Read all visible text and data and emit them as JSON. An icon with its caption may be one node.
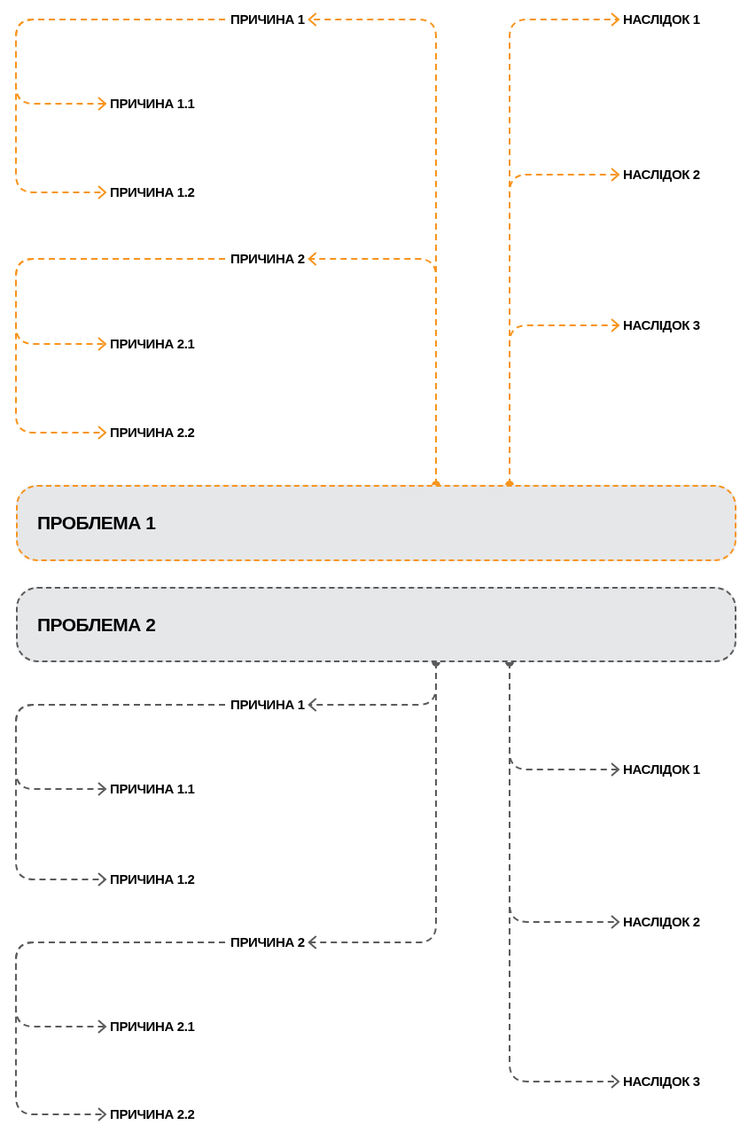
{
  "diagram": {
    "nodes": [
      {
        "text": [
          "ПРИЧИНА 1"
        ]
      },
      {
        "text": [
          "НАСЛІДОК 1"
        ]
      },
      {
        "text": [
          "ПРИЧИНА 1.1"
        ]
      },
      {
        "text": [
          "НАСЛІДОК 2"
        ]
      },
      {
        "text": [
          "ПРИЧИНА 1.2"
        ]
      },
      {
        "text": [
          "ПРИЧИНА 2"
        ]
      },
      {
        "text": [
          "НАСЛІДОК 3"
        ]
      },
      {
        "text": [
          "ПРИЧИНА 2.1"
        ]
      },
      {
        "text": [
          "ПРИЧИНА 2.2"
        ]
      },
      {
        "text": [
          "ПРОБЛЕМА 1"
        ]
      },
      {
        "text": [
          "ПРОБЛЕМА 2"
        ]
      },
      {
        "text": [
          "ПРИЧИНА 1"
        ]
      },
      {
        "text": [
          "НАСЛІДОК 1"
        ]
      },
      {
        "text": [
          "ПРИЧИНА 1.1"
        ]
      },
      {
        "text": [
          "ПРИЧИНА 1.2"
        ]
      },
      {
        "text": [
          "НАСЛІДОК 2"
        ]
      },
      {
        "text": [
          "ПРИЧИНА 2"
        ]
      },
      {
        "text": [
          "ПРИЧИНА 2.1"
        ]
      },
      {
        "text": [
          "НАСЛІДОК 3"
        ]
      },
      {
        "text": [
          "ПРИЧИНА 2.2"
        ]
      }
    ],
    "edges": [
      {
        "from": 9,
        "to": 0,
        "arrow": "to",
        "style": "dashed",
        "color": "#f7941d"
      },
      {
        "from": 9,
        "to": 5,
        "arrow": "to",
        "style": "dashed",
        "color": "#f7941d"
      },
      {
        "from": 9,
        "to": 1,
        "arrow": "to",
        "style": "dashed",
        "color": "#f7941d"
      },
      {
        "from": 9,
        "to": 3,
        "arrow": "to",
        "style": "dashed",
        "color": "#f7941d"
      },
      {
        "from": 9,
        "to": 6,
        "arrow": "to",
        "style": "dashed",
        "color": "#f7941d"
      },
      {
        "from": 0,
        "to": 2,
        "arrow": "to",
        "style": "dashed",
        "color": "#f7941d"
      },
      {
        "from": 0,
        "to": 4,
        "arrow": "to",
        "style": "dashed",
        "color": "#f7941d"
      },
      {
        "from": 5,
        "to": 7,
        "arrow": "to",
        "style": "dashed",
        "color": "#f7941d"
      },
      {
        "from": 5,
        "to": 8,
        "arrow": "to",
        "style": "dashed",
        "color": "#f7941d"
      },
      {
        "from": 10,
        "to": 11,
        "arrow": "to",
        "style": "dashed",
        "color": "#5b5b5b"
      },
      {
        "from": 10,
        "to": 16,
        "arrow": "to",
        "style": "dashed",
        "color": "#5b5b5b"
      },
      {
        "from": 10,
        "to": 12,
        "arrow": "to",
        "style": "dashed",
        "color": "#5b5b5b"
      },
      {
        "from": 10,
        "to": 15,
        "arrow": "to",
        "style": "dashed",
        "color": "#5b5b5b"
      },
      {
        "from": 10,
        "to": 18,
        "arrow": "to",
        "style": "dashed",
        "color": "#5b5b5b"
      },
      {
        "from": 11,
        "to": 13,
        "arrow": "to",
        "style": "dashed",
        "color": "#5b5b5b"
      },
      {
        "from": 11,
        "to": 14,
        "arrow": "to",
        "style": "dashed",
        "color": "#5b5b5b"
      },
      {
        "from": 16,
        "to": 17,
        "arrow": "to",
        "style": "dashed",
        "color": "#5b5b5b"
      },
      {
        "from": 16,
        "to": 19,
        "arrow": "to",
        "style": "dashed",
        "color": "#5b5b5b"
      }
    ]
  }
}
